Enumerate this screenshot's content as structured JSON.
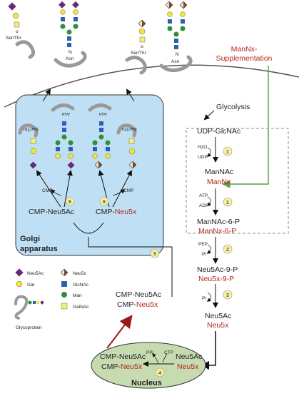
{
  "top_labels": {
    "ser_thr_1": "Ser/Thr",
    "asn_1": "Asn",
    "ser_thr_2": "Ser/Thr",
    "asn_2": "Asn"
  },
  "supplementation": {
    "line1": "ManNx-",
    "line2": "Supplementation"
  },
  "glycolysis": "Glycolysis",
  "pathway": {
    "udp_glcnac": "UDP-GlcNAc",
    "h2o": "H2O",
    "udp": "UDP",
    "mannac": "ManNAc",
    "mannx": "ManNx",
    "atp": "ATP",
    "adp": "ADP",
    "mannac6p": "ManNAc-6-P",
    "mannx6p": "ManNx-6-P",
    "pep": "PEP",
    "pi": "Pi",
    "neu5ac9p": "Neu5Ac-9-P",
    "neu5x9p": "Neu5x-9-P",
    "pi2": "Pi",
    "neu5ac": "Neu5Ac",
    "neu5x": "Neu5x"
  },
  "steps": [
    "1",
    "2",
    "3",
    "4",
    "5",
    "6",
    "6"
  ],
  "golgi": {
    "label_line1": "Golgi",
    "label_line2": "apparatus",
    "cmp": "CMP",
    "cmp2": "CMP",
    "cmp_neu5ac": "CMP-Neu5Ac",
    "cmp_neu5x_prefix": "CMP-",
    "cmp_neu5x_suffix": "Neu5x",
    "ser_thr_a": "Ser/Thr",
    "asn_a": "Asn",
    "asn_b": "Asn",
    "ser_thr_b": "Ser/Thr"
  },
  "cytosol_cmp": {
    "line1": "CMP-Neu5Ac",
    "line2_prefix": "CMP-",
    "line2_suffix": "Neu5x"
  },
  "nucleus": {
    "cmp_neu5ac": "CMP-Neu5Ac",
    "cmp_prefix": "CMP-",
    "cmp_suffix": "Neu5x",
    "ppi": "PPi",
    "ctp": "CTP",
    "neu5ac": "Neu5Ac",
    "neu5x": "Neu5x",
    "label": "Nucleus"
  },
  "legend": {
    "neu5ac": "Neu5Ac",
    "gal": "Gal",
    "neu5x": "Neu5x",
    "glcnac": "GlcNAc",
    "man": "Man",
    "galnac": "GalNAc",
    "glycoprotein": "Glycoprotein"
  },
  "colors": {
    "neu5ac": "#6a2a7a",
    "gal": "#f2e43a",
    "glcnac": "#2f5fb0",
    "man": "#2f8f3a",
    "galnac": "#f5f26a",
    "neu5x_light": "#f1e4d0",
    "neu5x_dark": "#7a4a2a",
    "golgi_fill": "#bfe0f4",
    "nucleus_fill": "#c6dcb0",
    "accent_red": "#b3261e"
  }
}
